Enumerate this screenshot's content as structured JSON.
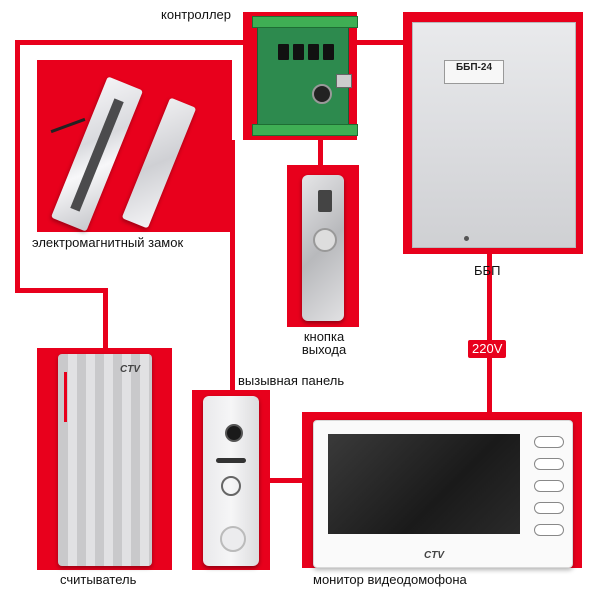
{
  "labels": {
    "controller": "контроллер",
    "lock": "электромагнитный замок",
    "psu": "ББП",
    "exit_button_line1": "кнопка",
    "exit_button_line2": "выхода",
    "call_panel": "вызывная панель",
    "voltage": "220V",
    "reader": "считыватель",
    "monitor": "монитор видеодомофона"
  },
  "device_text": {
    "psu_model": "ББП-24",
    "reader_brand": "CTV",
    "monitor_brand": "CTV"
  },
  "colors": {
    "wire": "#e8001c",
    "background": "#ffffff"
  }
}
